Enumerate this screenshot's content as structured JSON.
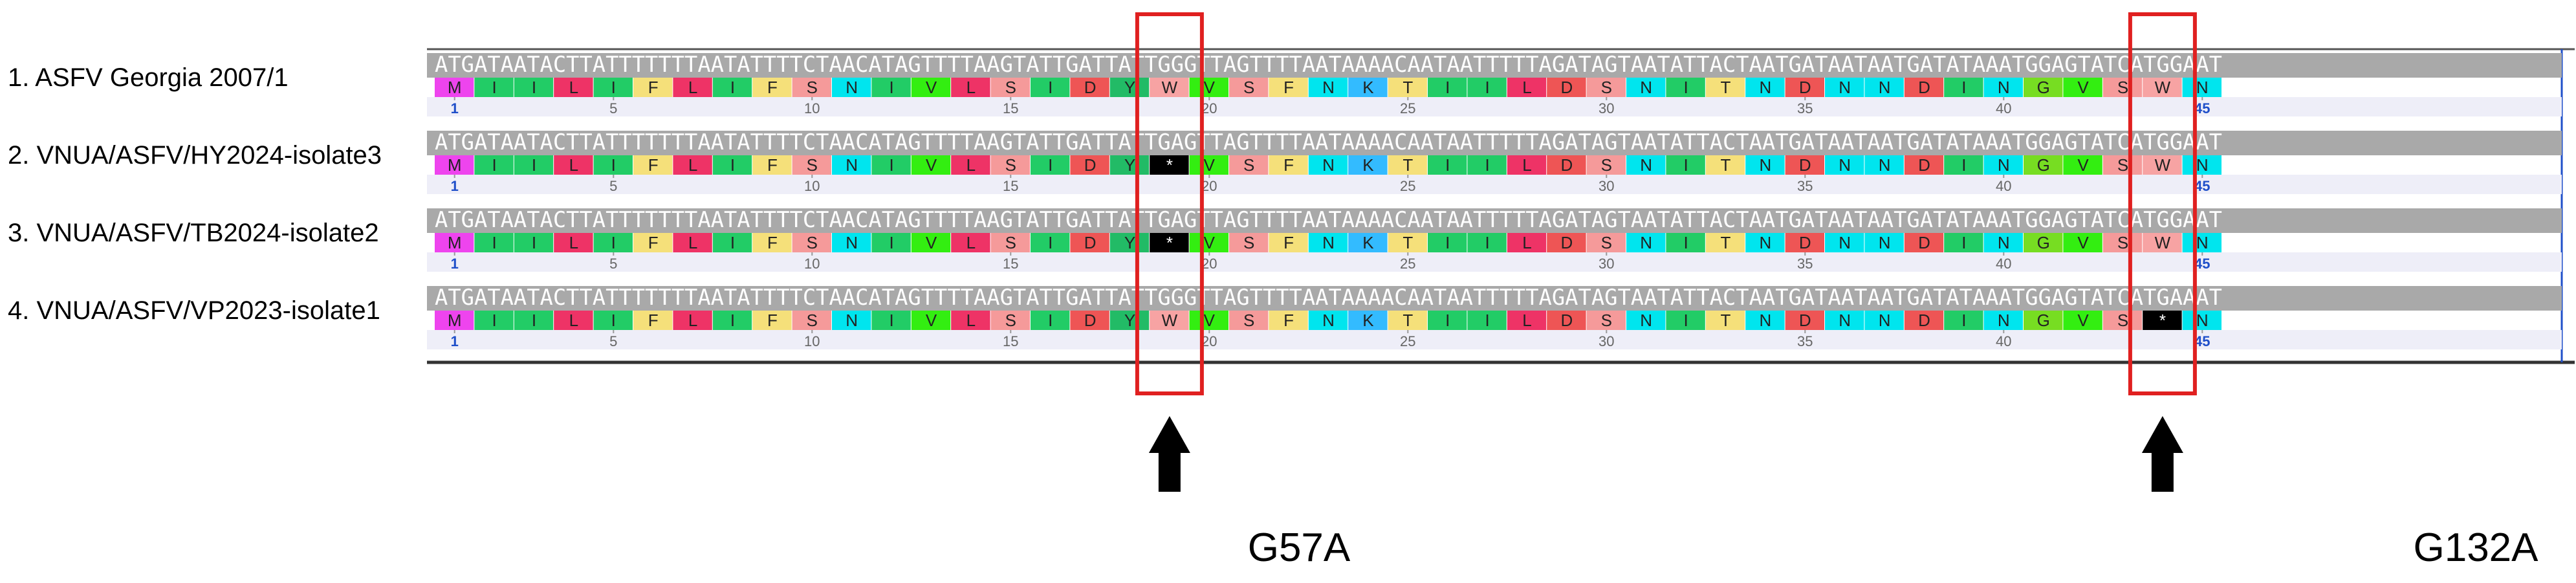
{
  "sequences": [
    {
      "label": "1. ASFV Georgia 2007/1",
      "nucleotides": "ATGATAATACTTATTTTTTTAATATTTTCTAACATAGTTTTAAGTATTGATTATTGGGTTAGTTTTAATAAAACAATAATTTTTAGATAGTAATATTACTAATGATAATAATGATATAAATGGAGTATCATGGAAT",
      "amino_acids": [
        "M",
        "I",
        "I",
        "L",
        "I",
        "F",
        "L",
        "I",
        "F",
        "S",
        "N",
        "I",
        "V",
        "L",
        "S",
        "I",
        "D",
        "Y",
        "W",
        "V",
        "S",
        "F",
        "N",
        "K",
        "T",
        "I",
        "I",
        "L",
        "D",
        "S",
        "N",
        "I",
        "T",
        "N",
        "D",
        "N",
        "N",
        "D",
        "I",
        "N",
        "G",
        "V",
        "S",
        "W",
        "N"
      ]
    },
    {
      "label": "2. VNUA/ASFV/HY2024-isolate3",
      "nucleotides": "ATGATAATACTTATTTTTTTAATATTTTCTAACATAGTTTTAAGTATTGATTATTGAGTTAGTTTTAATAAAACAATAATTTTTAGATAGTAATATTACTAATGATAATAATGATATAAATGGAGTATCATGGAAT",
      "amino_acids": [
        "M",
        "I",
        "I",
        "L",
        "I",
        "F",
        "L",
        "I",
        "F",
        "S",
        "N",
        "I",
        "V",
        "L",
        "S",
        "I",
        "D",
        "Y",
        "*",
        "V",
        "S",
        "F",
        "N",
        "K",
        "T",
        "I",
        "I",
        "L",
        "D",
        "S",
        "N",
        "I",
        "T",
        "N",
        "D",
        "N",
        "N",
        "D",
        "I",
        "N",
        "G",
        "V",
        "S",
        "W",
        "N"
      ]
    },
    {
      "label": "3. VNUA/ASFV/TB2024-isolate2",
      "nucleotides": "ATGATAATACTTATTTTTTTAATATTTTCTAACATAGTTTTAAGTATTGATTATTGAGTTAGTTTTAATAAAACAATAATTTTTAGATAGTAATATTACTAATGATAATAATGATATAAATGGAGTATCATGGAAT",
      "amino_acids": [
        "M",
        "I",
        "I",
        "L",
        "I",
        "F",
        "L",
        "I",
        "F",
        "S",
        "N",
        "I",
        "V",
        "L",
        "S",
        "I",
        "D",
        "Y",
        "*",
        "V",
        "S",
        "F",
        "N",
        "K",
        "T",
        "I",
        "I",
        "L",
        "D",
        "S",
        "N",
        "I",
        "T",
        "N",
        "D",
        "N",
        "N",
        "D",
        "I",
        "N",
        "G",
        "V",
        "S",
        "W",
        "N"
      ]
    },
    {
      "label": "4. VNUA/ASFV/VP2023-isolate1",
      "nucleotides": "ATGATAATACTTATTTTTTTAATATTTTCTAACATAGTTTTAAGTATTGATTATTGGGTTAGTTTTAATAAAACAATAATTTTTAGATAGTAATATTACTAATGATAATAATGATATAAATGGAGTATCATGAAAT",
      "amino_acids": [
        "M",
        "I",
        "I",
        "L",
        "I",
        "F",
        "L",
        "I",
        "F",
        "S",
        "N",
        "I",
        "V",
        "L",
        "S",
        "I",
        "D",
        "Y",
        "W",
        "V",
        "S",
        "F",
        "N",
        "K",
        "T",
        "I",
        "I",
        "L",
        "D",
        "S",
        "N",
        "I",
        "T",
        "N",
        "D",
        "N",
        "N",
        "D",
        "I",
        "N",
        "G",
        "V",
        "S",
        "*",
        "N"
      ]
    }
  ],
  "ruler": {
    "marks": [
      "1",
      "5",
      "10",
      "15",
      "20",
      "25",
      "30",
      "35",
      "40",
      "45"
    ]
  },
  "mutations": [
    {
      "label": "G57A",
      "codon_index": 19
    },
    {
      "label": "G132A",
      "codon_index": 44
    }
  ],
  "colors": {
    "nucleotide_bar": "#a9a9a9",
    "nucleotide_text": "#ffffff",
    "highlight": "#e02020",
    "arrow": "#000000",
    "ruler_start_end": "#1f4fc9",
    "ruler_tick_label": "#666666",
    "ruler_background": "#eeeef8",
    "stop_codon": "#000000",
    "amino_acid": {
      "M": "#ee44ee",
      "I": "#22cc66",
      "L": "#ee3366",
      "F": "#f5e07a",
      "S": "#f59a9a",
      "N": "#00e5ee",
      "V": "#33ee11",
      "D": "#ee5555",
      "Y": "#22bb66",
      "W": "#f7a3a3",
      "K": "#33bbff",
      "T": "#f5e07a",
      "G": "#77dd22"
    }
  }
}
